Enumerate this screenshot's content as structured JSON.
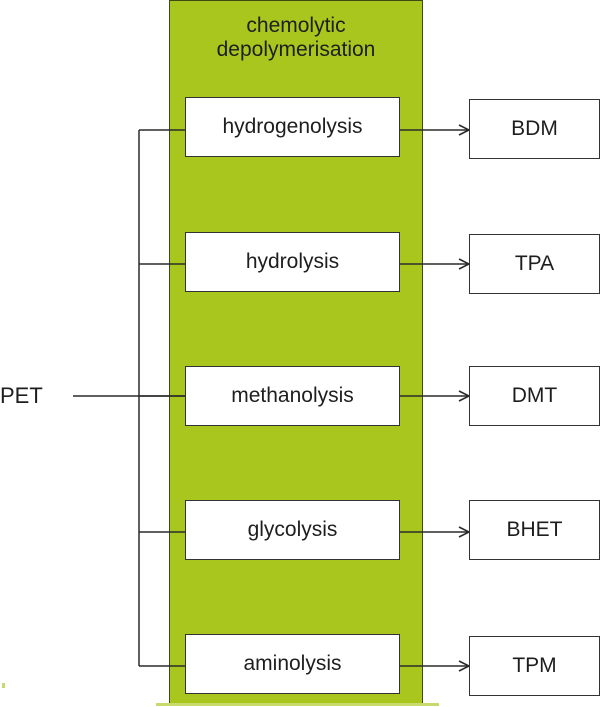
{
  "diagram": {
    "title_line1": "chemolytic",
    "title_line2": "depolymerisation",
    "source": "PET",
    "processes": [
      {
        "label": "hydrogenolysis",
        "product": "BDM"
      },
      {
        "label": "hydrolysis",
        "product": "TPA"
      },
      {
        "label": "methanolysis",
        "product": "DMT"
      },
      {
        "label": "glycolysis",
        "product": "BHET"
      },
      {
        "label": "aminolysis",
        "product": "TPM"
      }
    ],
    "colors": {
      "panel": "#a8c61e",
      "line": "#2b2b2b",
      "box_border": "#333333"
    }
  }
}
